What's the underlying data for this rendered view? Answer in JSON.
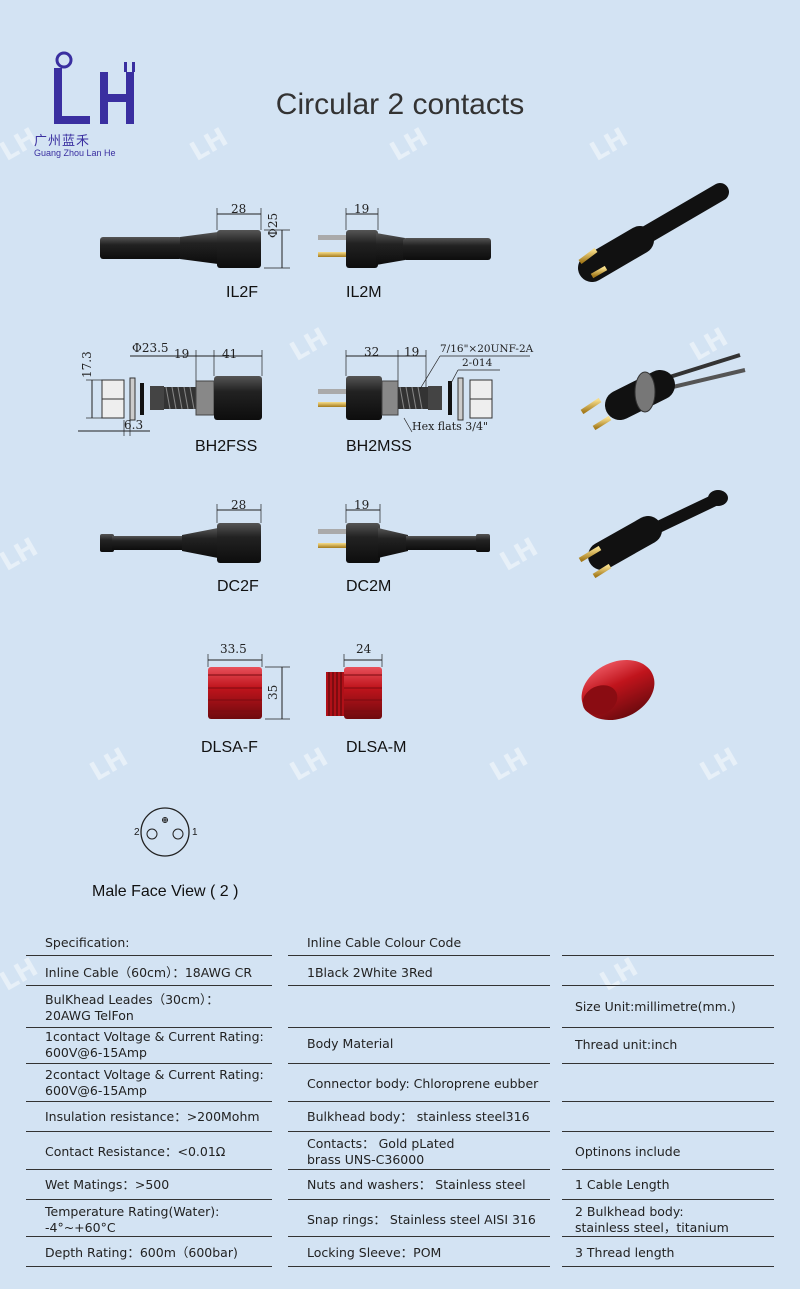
{
  "header": {
    "title": "Circular 2 contacts",
    "logo_cn": "广州蓝禾",
    "logo_en": "Guang Zhou Lan He"
  },
  "connectors": {
    "labels": [
      "IL2F",
      "IL2M",
      "BH2FSS",
      "BH2MSS",
      "DC2F",
      "DC2M",
      "DLSA-F",
      "DLSA-M"
    ],
    "dims": {
      "il2f_width": "28",
      "il2f_dia": "Φ25",
      "il2m_width": "19",
      "bh_dia": "Φ23.5",
      "bh_h": "17.3",
      "bh_nut": "6.3",
      "bh_19": "19",
      "bh_41": "41",
      "bhm_32": "32",
      "bhm_19": "19",
      "bhm_thread": "7/16\"×20UNF-2A",
      "bhm_oring": "2-014",
      "bhm_hex": "Hex flats 3/4\"",
      "dc2f_width": "28",
      "dc2m_width": "19",
      "dlsaf_width": "33.5",
      "dlsaf_h": "35",
      "dlsam_width": "24"
    },
    "face_view": {
      "label": "Male Face View ( 2 )",
      "pin1": "1",
      "pin2": "2"
    }
  },
  "specs": {
    "col1": [
      "Specification:",
      "Inline Cable（60cm）：18AWG CR",
      "BulKhead Leades（30cm）：\n20AWG TelFon",
      "1contact Voltage & Current Rating:\n600V@6-15Amp",
      "2contact Voltage & Current Rating:\n600V@6-15Amp",
      "Insulation resistance：>200Mohm",
      "Contact Resistance：<0.01Ω",
      "Wet Matings：>500",
      "Temperature Rating(Water):\n-4°~+60°C",
      "Depth Rating：600m（600bar)"
    ],
    "col2": [
      "Inline Cable Colour Code",
      "1Black  2White 3Red",
      "",
      "Body Material",
      "Connector body: Chloroprene eubber",
      "Bulkhead body：  stainless steel316",
      "Contacts：  Gold pLated\nbrass UNS-C36000",
      "Nuts and washers：  Stainless steel",
      "Snap rings：  Stainless steel AISI 316",
      "Locking Sleeve：POM"
    ],
    "col3": [
      "",
      "",
      "Size Unit:millimetre(mm.)",
      "Thread unit:inch",
      "",
      "",
      "Optinons include",
      "1 Cable Length",
      "2 Bulkhead body:\nstainless steel，titanium",
      "3 Thread length"
    ]
  },
  "colors": {
    "background": "#d3e3f3",
    "logo": "#3a2fa0",
    "body": "#1c1c1c",
    "red": "#c0141c"
  }
}
